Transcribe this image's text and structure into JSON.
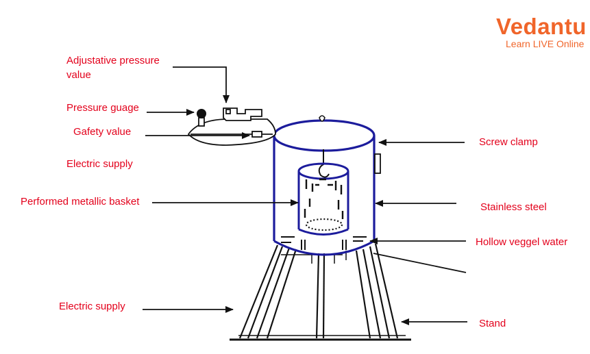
{
  "colors": {
    "label": "#e3001b",
    "vessel": "#1c1c9c",
    "line": "#111111",
    "brand": "#f0652a"
  },
  "logo": {
    "name": "Vedantu",
    "tagline": "Learn LIVE Online"
  },
  "labels": {
    "adjustable_valve_line1": "Adjustative pressure",
    "adjustable_valve_line2": "value",
    "pressure_gauge": "Pressure guage",
    "safety_valve": "Gafety value",
    "electric_supply_top": "Electric supply",
    "metallic_basket": "Performed metallic basket",
    "electric_supply_bottom": "Electric supply",
    "screw_clamp": "Screw clamp",
    "stainless_steel": "Stainless steel",
    "hollow_vessel": "Hollow veggel water",
    "stand": "Stand"
  }
}
